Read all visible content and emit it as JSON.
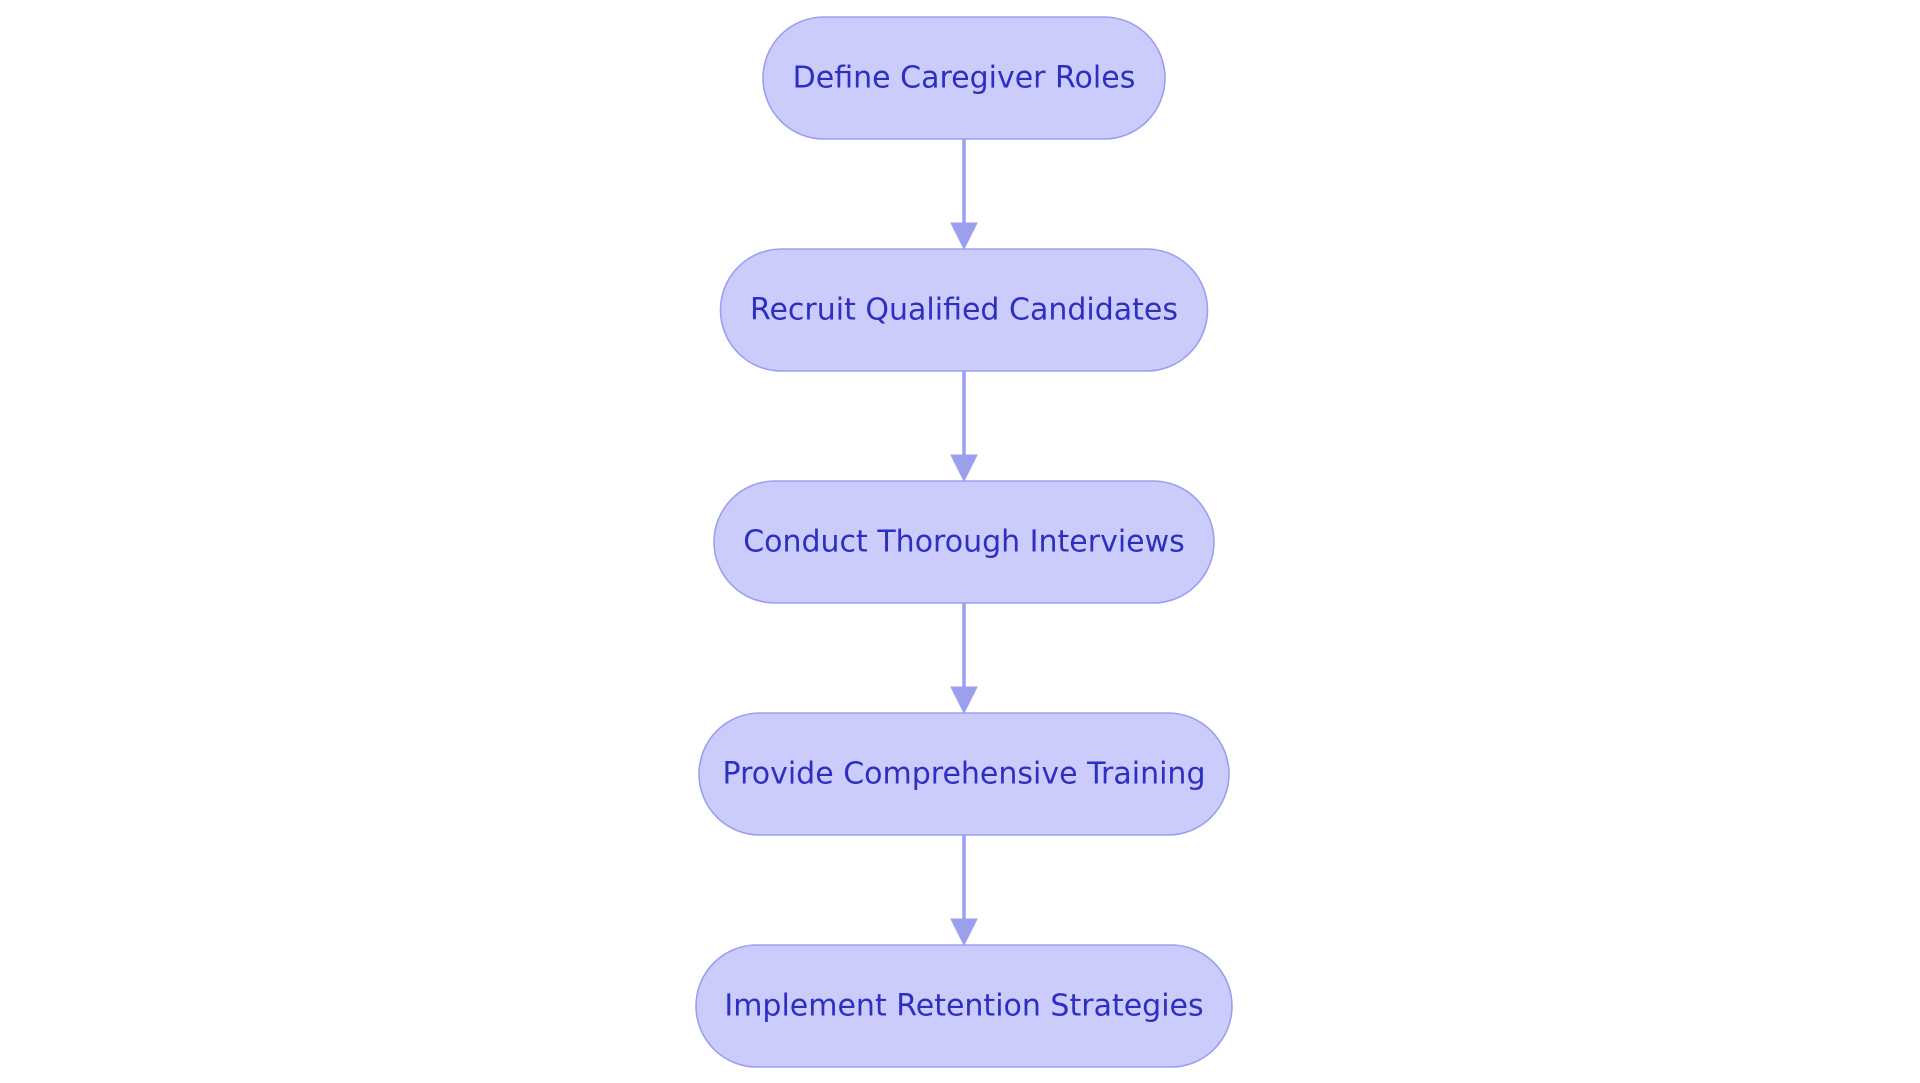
{
  "diagram": {
    "type": "flowchart",
    "direction": "top-to-bottom",
    "colors": {
      "node_fill": "#CBCCFB",
      "node_stroke": "#9AA0EE",
      "node_text": "#2C2FC0",
      "edge": "#9AA0EE",
      "background": "#FFFFFF"
    },
    "nodes": [
      {
        "id": "n1",
        "label": "Define Caregiver Roles"
      },
      {
        "id": "n2",
        "label": "Recruit Qualified Candidates"
      },
      {
        "id": "n3",
        "label": "Conduct Thorough Interviews"
      },
      {
        "id": "n4",
        "label": "Provide Comprehensive Training"
      },
      {
        "id": "n5",
        "label": "Implement Retention Strategies"
      }
    ],
    "edges": [
      {
        "from": "n1",
        "to": "n2"
      },
      {
        "from": "n2",
        "to": "n3"
      },
      {
        "from": "n3",
        "to": "n4"
      },
      {
        "from": "n4",
        "to": "n5"
      }
    ]
  }
}
